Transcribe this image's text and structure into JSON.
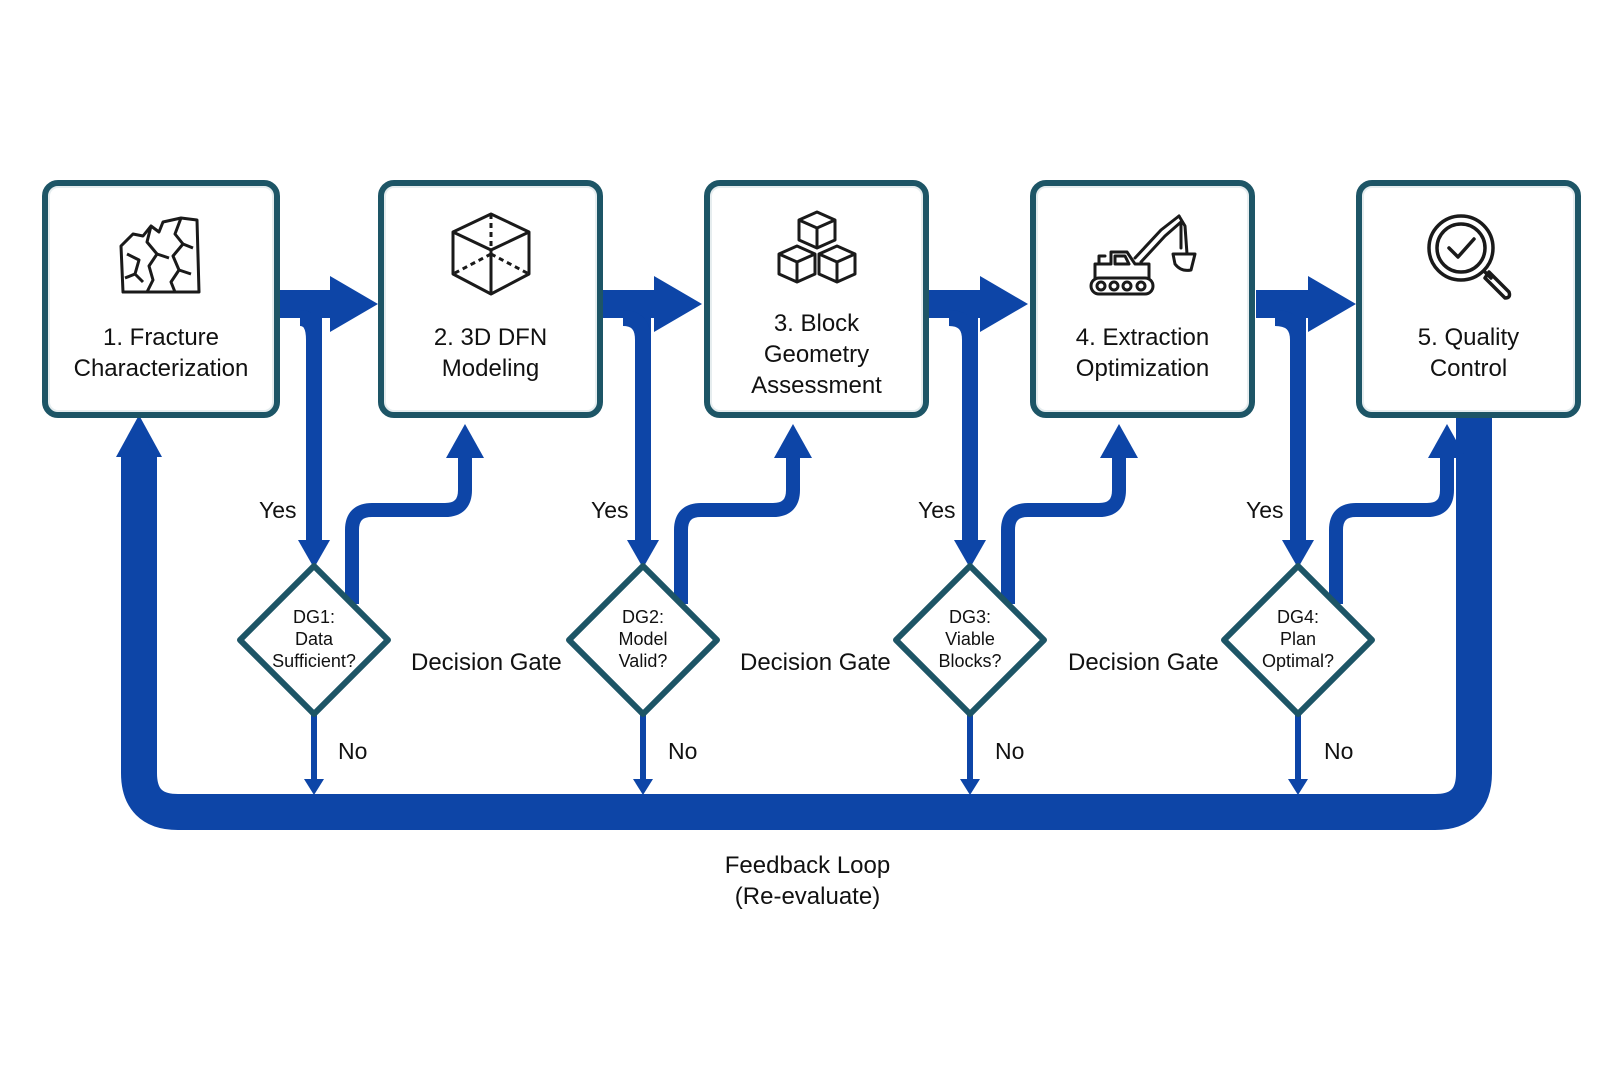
{
  "colors": {
    "arrow": "#0d45a7",
    "box_border": "#1d5566",
    "gate_border": "#1d5566",
    "icon_stroke": "#1a1a1a"
  },
  "steps": [
    {
      "label": "1. Fracture\nCharacterization",
      "icon": "fractured-rock-icon"
    },
    {
      "label": "2. 3D DFN\nModeling",
      "icon": "cube-icon"
    },
    {
      "label": "3. Block\nGeometry\nAssessment",
      "icon": "stacked-blocks-icon"
    },
    {
      "label": "4. Extraction\nOptimization",
      "icon": "excavator-icon"
    },
    {
      "label": "5. Quality\nControl",
      "icon": "magnifier-check-icon"
    }
  ],
  "gates": [
    {
      "text": "DG1:\nData\nSufficient?",
      "caption": "Decision Gate",
      "yes": "Yes",
      "no": "No"
    },
    {
      "text": "DG2:\nModel\nValid?",
      "caption": "Decision Gate",
      "yes": "Yes",
      "no": "No"
    },
    {
      "text": "DG3:\nViable\nBlocks?",
      "caption": "Decision Gate",
      "yes": "Yes",
      "no": "No"
    },
    {
      "text": "DG4:\nPlan\nOptimal?",
      "yes": "Yes",
      "no": "No"
    }
  ],
  "feedback": {
    "label": "Feedback Loop\n(Re-evaluate)"
  }
}
